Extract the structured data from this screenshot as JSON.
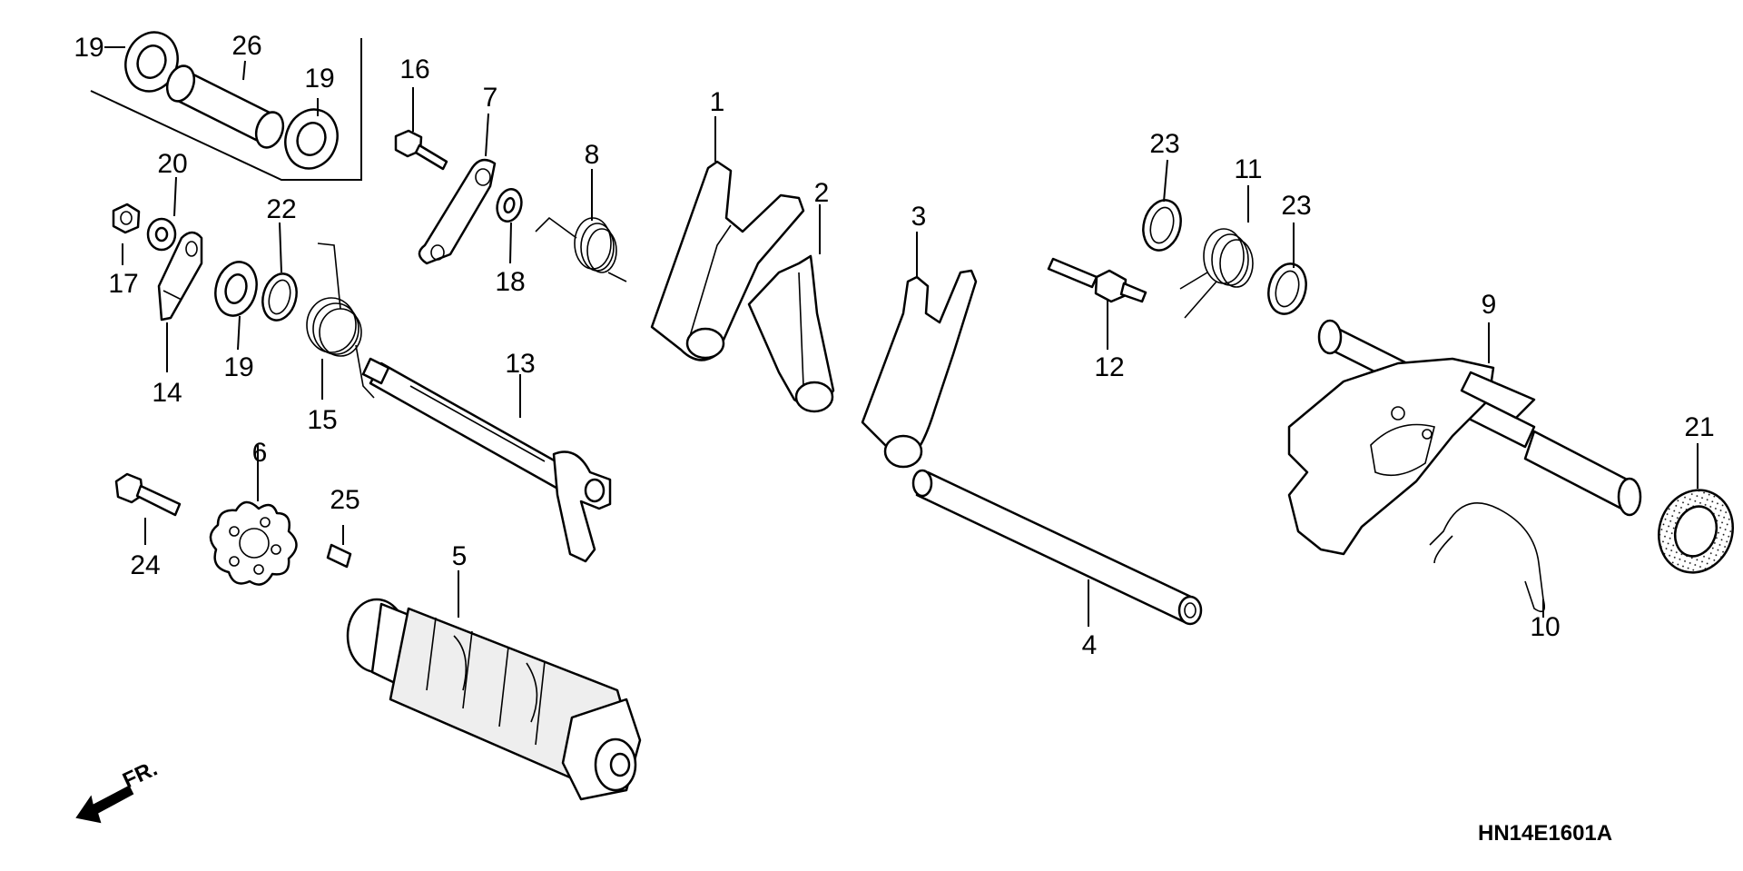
{
  "diagram": {
    "type": "exploded-parts-diagram",
    "reference_code": "HN14E1601A",
    "front_indicator": "FR.",
    "callouts": [
      "1",
      "2",
      "3",
      "4",
      "5",
      "6",
      "7",
      "8",
      "9",
      "10",
      "11",
      "12",
      "13",
      "14",
      "15",
      "16",
      "17",
      "18",
      "19",
      "20",
      "21",
      "22",
      "23",
      "24",
      "25",
      "26"
    ]
  }
}
